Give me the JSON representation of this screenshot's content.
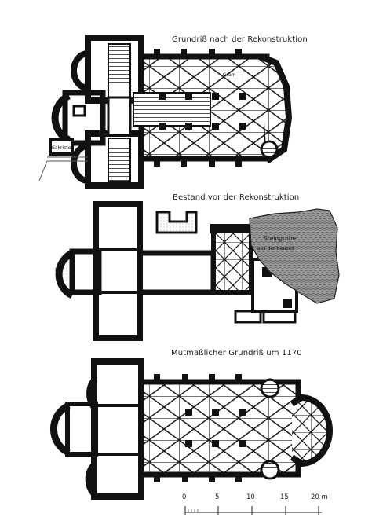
{
  "plans": [
    {
      "title": "Grundriß nach der Rekonstruktion",
      "labels": {
        "sakristei": "Sakristei",
        "grab": "Gram"
      }
    },
    {
      "title": "Bestand vor der Rekonstruktion",
      "labels": {
        "steingrube_1": "Steingrube",
        "steingrube_2": "aus der Neuzeit"
      }
    },
    {
      "title": "Mutmaßlicher Grundriß um 1170"
    }
  ],
  "scale_bar": {
    "ticks": [
      "0",
      "5",
      "10",
      "15",
      "20 m"
    ]
  },
  "colors": {
    "wall": "#111111",
    "hatch": "#555555",
    "paper": "#ffffff"
  }
}
